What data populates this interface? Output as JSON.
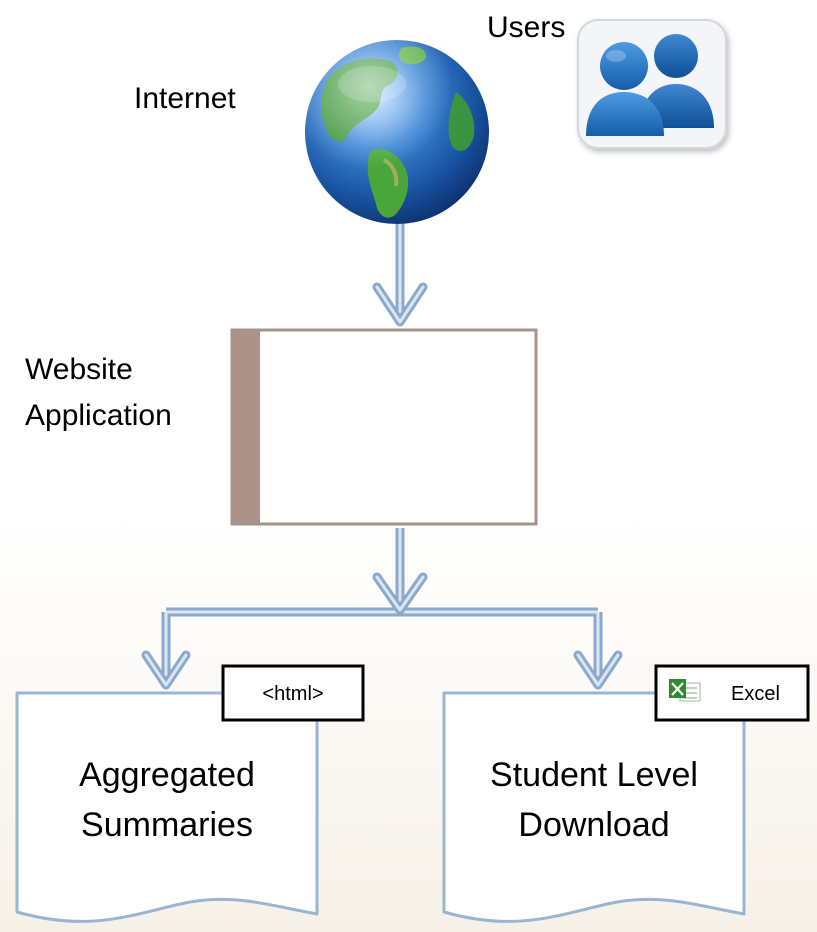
{
  "labels": {
    "users": "Users",
    "internet": "Internet",
    "website_line1": "Website",
    "website_line2": "Application"
  },
  "documents": {
    "left": {
      "tag": "<html>",
      "line1": "Aggregated",
      "line2": "Summaries"
    },
    "right": {
      "tag": "Excel",
      "line1": "Student Level",
      "line2": "Download"
    }
  },
  "icons": {
    "internet": "globe-icon",
    "users": "users-icon",
    "excel": "excel-icon"
  },
  "colors": {
    "connector_outer": "#8aa9cc",
    "connector_inner": "#dbe6f2",
    "box_border": "#a99288",
    "box_accent": "#ab9389",
    "doc_border": "#9ab5d3",
    "users_blue": "#1f6eb8",
    "globe_ocean": "#1d5fb0",
    "globe_land": "#3e9a34"
  }
}
